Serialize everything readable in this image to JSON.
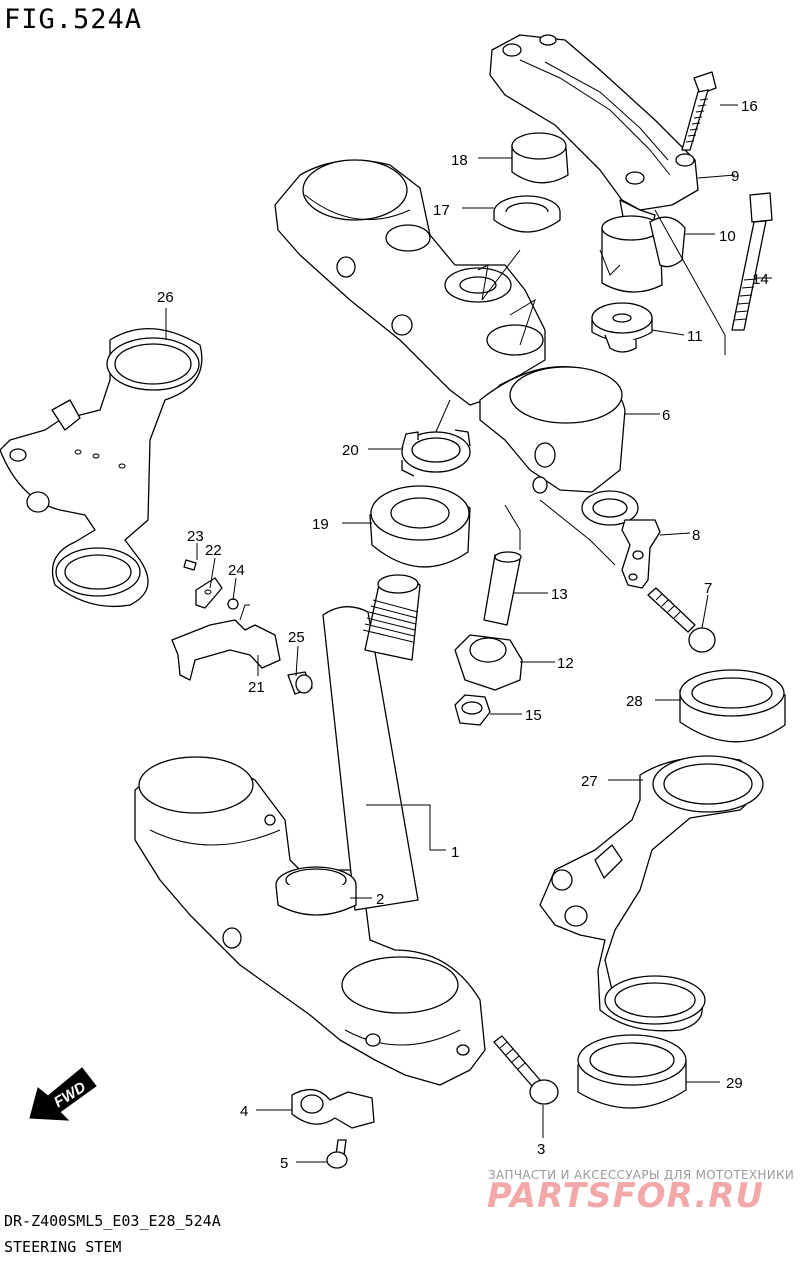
{
  "figure": {
    "title": "FIG.524A",
    "model_code": "DR-Z400SML5_E03_E28_524A",
    "name": "STEERING STEM"
  },
  "direction_arrow": {
    "label": "FWD"
  },
  "watermark": {
    "line1": "ЗАПЧАСТИ И АКСЕССУАРЫ ДЛЯ МОТОТЕХНИКИ",
    "line2": "PARTSFOR.RU"
  },
  "callouts": {
    "c1": "1",
    "c2": "2",
    "c3": "3",
    "c4": "4",
    "c5": "5",
    "c6": "6",
    "c7": "7",
    "c8": "8",
    "c9": "9",
    "c10": "10",
    "c11": "11",
    "c12": "12",
    "c13": "13",
    "c14": "14",
    "c15": "15",
    "c16": "16",
    "c17": "17",
    "c18": "18",
    "c19": "19",
    "c20": "20",
    "c21": "21",
    "c22": "22",
    "c23": "23",
    "c24": "24",
    "c25": "25",
    "c26": "26",
    "c27": "27",
    "c28": "28",
    "c29": "29"
  }
}
